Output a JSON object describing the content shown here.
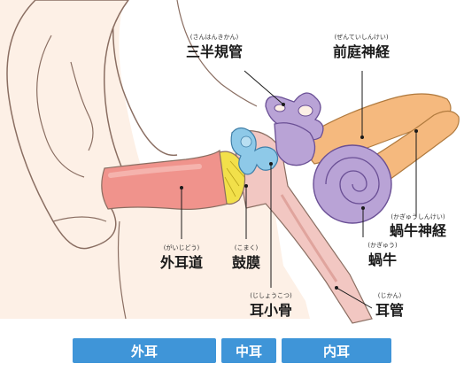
{
  "labels": {
    "semicircular_canals": {
      "text": "三半規管",
      "ruby": "(さんはんきかん)"
    },
    "vestibular_nerve": {
      "text": "前庭神経",
      "ruby": "(ぜんていしんけい)"
    },
    "cochlear_nerve": {
      "text": "蝸牛神経",
      "ruby": "(かぎゅうしんけい)"
    },
    "cochlea": {
      "text": "蝸牛",
      "ruby": "(かぎゅう)"
    },
    "ear_canal": {
      "text": "外耳道",
      "ruby": "(がいじどう)"
    },
    "eardrum": {
      "text": "鼓膜",
      "ruby": "(こまく)"
    },
    "ossicles": {
      "text": "耳小骨",
      "ruby": "(じしょうこつ)"
    },
    "eustachian_tube": {
      "text": "耳管",
      "ruby": "(じかん)"
    }
  },
  "regions": {
    "outer": "外耳",
    "middle": "中耳",
    "inner": "内耳"
  },
  "colors": {
    "skin": "#fdf0e6",
    "canal": "#f0938c",
    "canal_light": "#f5b3ad",
    "tube": "#f2c7c2",
    "inner_ear": "#b9a3d6",
    "inner_ear_stroke": "#6a4f95",
    "nerve": "#f5b97e",
    "eardrum": "#f2e04a",
    "middle_blue": "#8ec9e8",
    "bar": "#3f95d8"
  }
}
